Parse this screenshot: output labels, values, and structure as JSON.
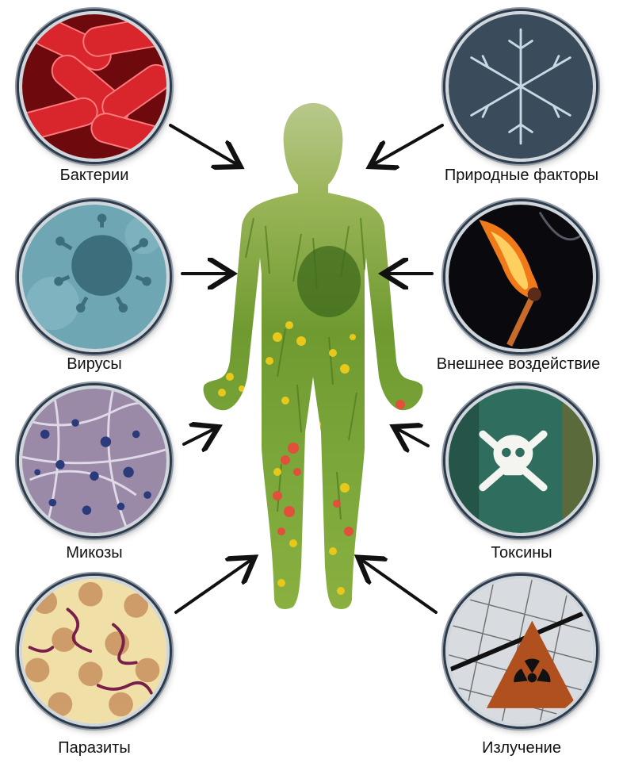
{
  "labels": {
    "bacteria": "Бактерии",
    "viruses": "Вирусы",
    "mycoses": "Микозы",
    "parasites": "Паразиты",
    "natural_factors": "Природные факторы",
    "external_impact": "Внешнее воздействие",
    "toxins": "Токсины",
    "radiation": "Излучение"
  },
  "icons": {
    "bacteria": "bacteria-icon",
    "viruses": "virus-icon",
    "mycoses": "fungus-icon",
    "parasites": "parasite-icon",
    "natural_factors": "snowflake-icon",
    "external_impact": "burning-match-icon",
    "toxins": "skull-crossbones-icon",
    "radiation": "radiation-warning-icon",
    "center": "human-silhouette-icon"
  },
  "colors": {
    "arrow": "#111111",
    "bacteria": "#c0181e",
    "virus": "#4a8a9a",
    "fungus": "#6a5a8a",
    "parasite": "#e9d49a",
    "frost": "#5a7488",
    "fire": "#f07a1a",
    "toxic": "#2f6e5e",
    "radiation": "#b0501e",
    "grass": "#7aa63a"
  }
}
